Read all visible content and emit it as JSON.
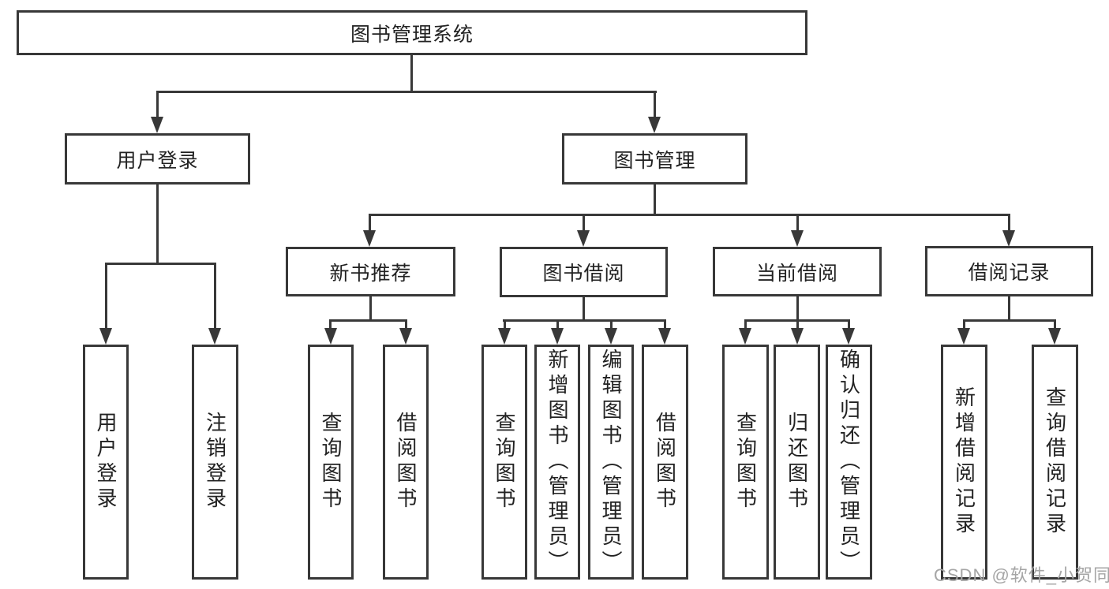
{
  "diagram": {
    "title": "图书管理系统",
    "watermark": "CSDN @软件_小贺同学",
    "colors": {
      "line": "#383838",
      "text": "#222222",
      "watermark": "#a5a5a5",
      "background": "#ffffff"
    },
    "nodes": {
      "root": "图书管理系统",
      "user_login": "用户登录",
      "book_mgmt": "图书管理",
      "new_books": "新书推荐",
      "book_borrow": "图书借阅",
      "current_borrow": "当前借阅",
      "borrow_records": "借阅记录",
      "leaf_user_login": "用户登录",
      "leaf_logout": "注销登录",
      "leaf_nb_query": "查询图书",
      "leaf_nb_borrow": "借阅图书",
      "leaf_bb_query": "查询图书",
      "leaf_bb_add": "新增图书（管理员）",
      "leaf_bb_edit": "编辑图书（管理员）",
      "leaf_bb_borrow": "借阅图书",
      "leaf_cb_query": "查询图书",
      "leaf_cb_return": "归还图书",
      "leaf_cb_confirm": "确认归还（管理员）",
      "leaf_br_add": "新增借阅记录",
      "leaf_br_query": "查询借阅记录"
    }
  }
}
